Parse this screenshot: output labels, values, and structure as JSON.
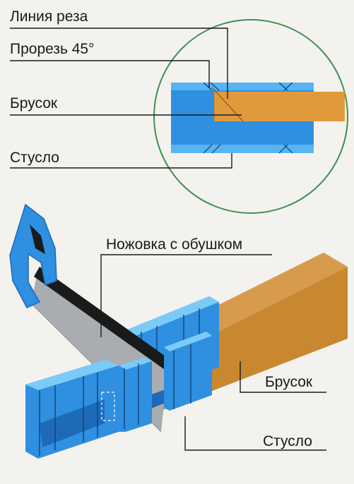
{
  "top_view": {
    "labels": {
      "cut_line": "Линия реза",
      "slot_45": "Прорезь 45°",
      "block": "Брусок",
      "miter_box": "Стусло"
    }
  },
  "perspective_view": {
    "labels": {
      "backsaw": "Ножовка с обушком",
      "block": "Брусок",
      "miter_box": "Стусло"
    }
  },
  "colors": {
    "miter_box_blue": "#2f8fe0",
    "miter_box_light": "#58b4f2",
    "miter_box_dark": "#1d6bb8",
    "block_orange": "#e19a3b",
    "block_dark": "#b77a2a",
    "saw_blade": "#a9adb1",
    "saw_spine": "#1a1a1a",
    "circle_outline": "#3f8f55",
    "background": "#f4f2ee"
  }
}
